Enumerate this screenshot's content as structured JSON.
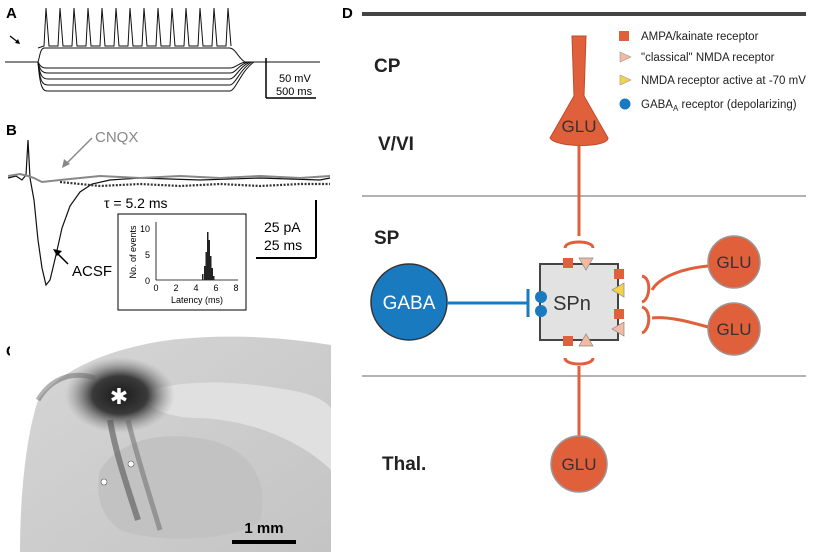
{
  "panels": {
    "a": {
      "label": "A",
      "scale": [
        "50 mV",
        "500 ms"
      ]
    },
    "b": {
      "label": "B",
      "cnqx": "CNQX",
      "acsf": "ACSF",
      "tau": "τ = 5.2  ms",
      "scale": [
        "25 pA",
        "25 ms"
      ],
      "inset": {
        "ylabel": "No. of events",
        "xlabel": "Latency (ms)",
        "yticks": [
          "0",
          "5",
          "10"
        ],
        "xticks": [
          "0",
          "2",
          "4",
          "6",
          "8"
        ]
      }
    },
    "c": {
      "label": "C",
      "scale": "1 mm"
    },
    "d": {
      "label": "D",
      "regions": [
        "CP",
        "V/VI",
        "SP",
        "Thal."
      ],
      "legend": [
        {
          "label": "AMPA/kainate receptor",
          "icon": "square-icon",
          "color": "#e0603c"
        },
        {
          "label": "\"classical\" NMDA receptor",
          "icon": "triangle-icon",
          "color": "#f2b9a3"
        },
        {
          "label": "NMDA receptor active at -70 mV",
          "icon": "triangle-icon",
          "color": "#f4d24a"
        },
        {
          "label": "GABA",
          "sub": "A",
          "suffix": " receptor (depolarizing)",
          "icon": "circle-icon",
          "color": "#1a7ac0"
        }
      ],
      "cells": {
        "pyramid": "GLU",
        "right1": "GLU",
        "right2": "GLU",
        "thal": "GLU",
        "gaba": "GABA",
        "spn": "SPn"
      }
    }
  },
  "colors": {
    "glu": "#e0603c",
    "gaba": "#1a7ac0",
    "box": "#e2e2e2"
  }
}
